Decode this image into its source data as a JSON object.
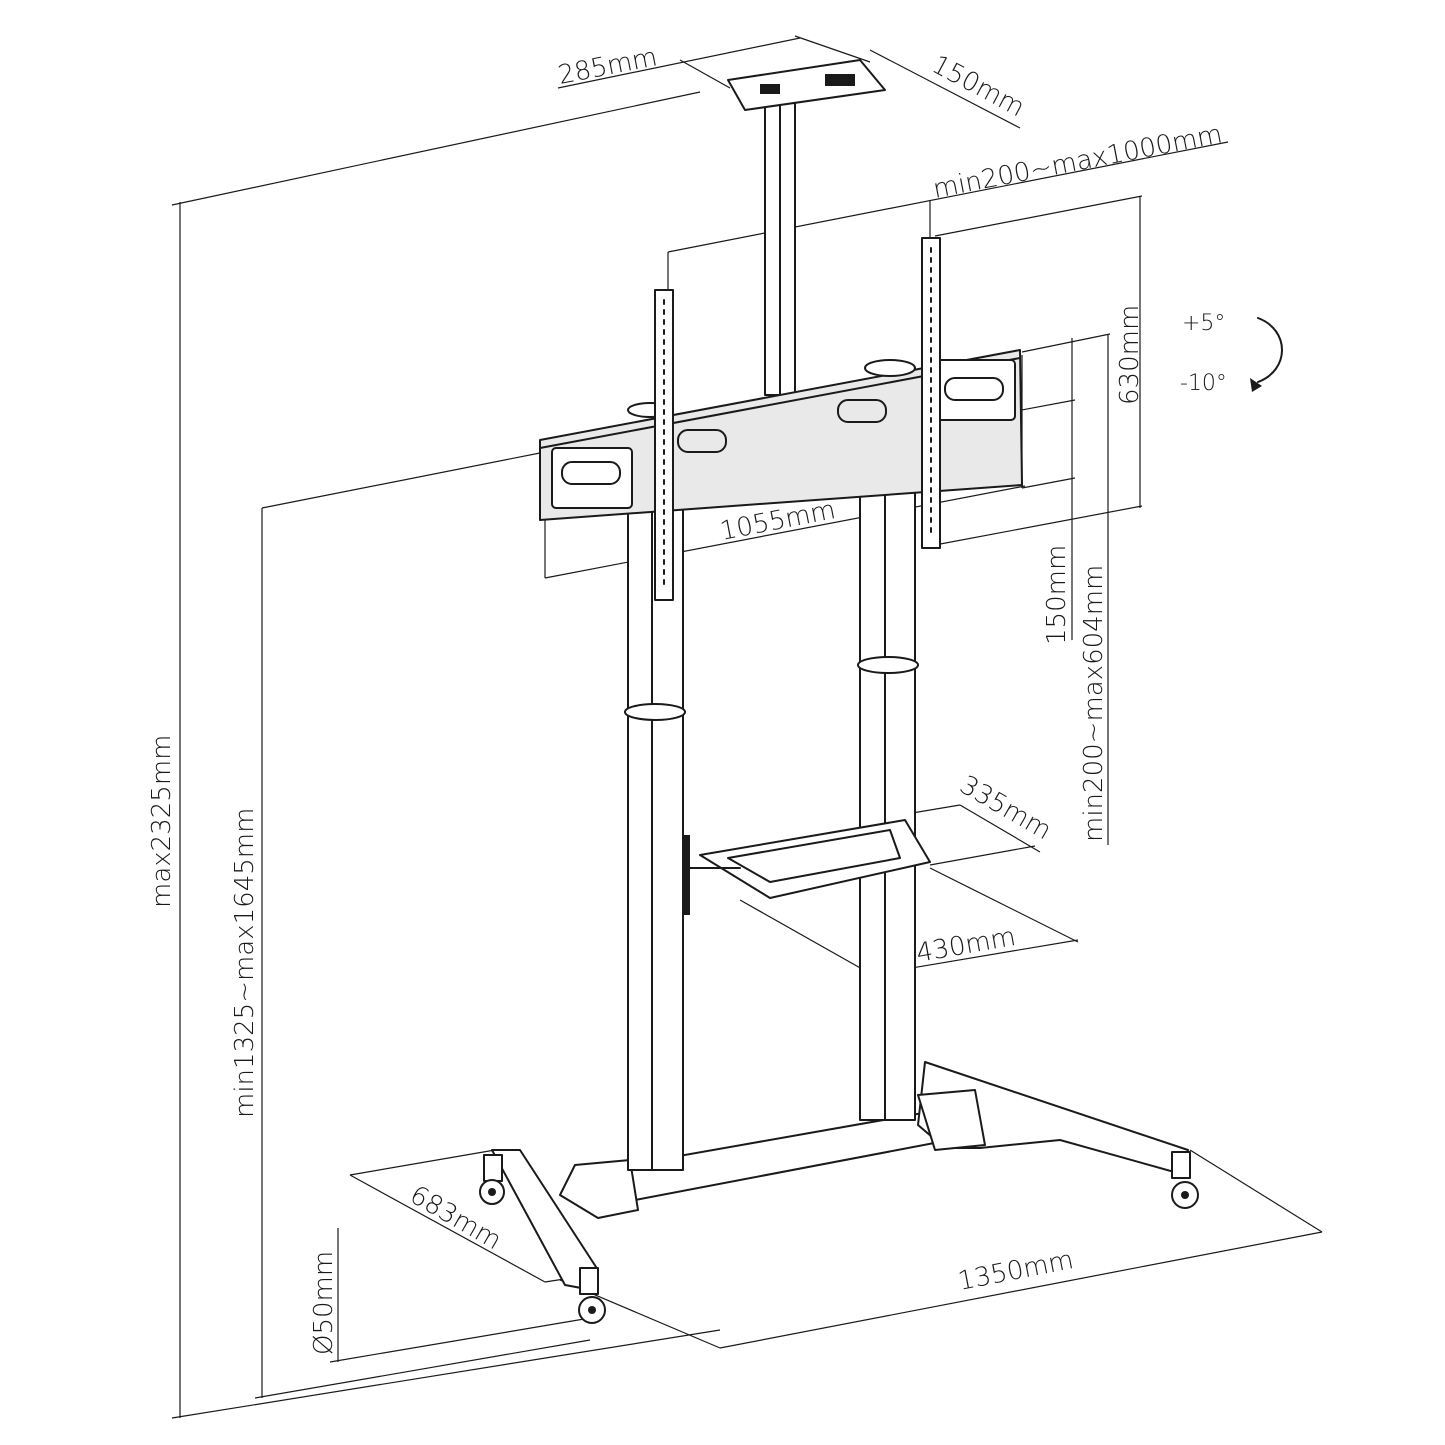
{
  "dimensions": {
    "top_plate_width": "285mm",
    "top_plate_depth": "150mm",
    "vesa_horizontal": "min200~max1000mm",
    "vesa_vertical": "630mm",
    "tilt_up": "+5°",
    "tilt_down": "-10°",
    "bracket_width": "1055mm",
    "bracket_height": "150mm",
    "vesa_vertical_range": "min200~max604mm",
    "max_height": "max2325mm",
    "height_range": "min1325~max1645mm",
    "shelf_depth": "335mm",
    "shelf_width": "430mm",
    "base_depth": "683mm",
    "base_width": "1350mm",
    "caster_diameter": "Ø50mm"
  }
}
